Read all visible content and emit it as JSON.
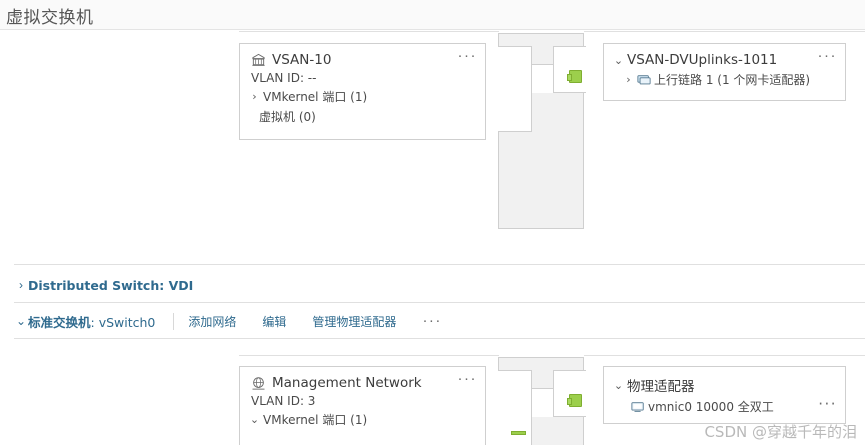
{
  "header": {
    "title": "虚拟交换机"
  },
  "colors": {
    "link_blue": "#2f6a8e",
    "port_green": "#9ccf4c",
    "card_border": "#cfcfcf",
    "connector_fill": "#f1f1f1",
    "header_bg": "#fafafa"
  },
  "sections": [
    {
      "id": "vsan-dswitch",
      "cards": {
        "portgroup": {
          "icon": "port-group-icon",
          "title": "VSAN-10",
          "vlan_label": "VLAN ID: --",
          "rows": [
            {
              "chevron": "›",
              "label": "VMkernel 端口 (1)"
            },
            {
              "chevron": "",
              "label": "虚拟机 (0)"
            }
          ],
          "menu": "···"
        },
        "uplink": {
          "chevron": "⌄",
          "title": "VSAN-DVUplinks-1011",
          "menu": "···",
          "rows": [
            {
              "chevron": "›",
              "icon": "uplink-adapter-icon",
              "label": "上行链路 1 (1 个网卡适配器)"
            }
          ]
        }
      }
    },
    {
      "id": "distributed-switch",
      "chevron": "›",
      "label": "Distributed Switch: VDI"
    },
    {
      "id": "standard-switch",
      "chevron": "⌄",
      "label_bold": "标准交换机",
      "label_thin": ": vSwitch0",
      "actions": [
        "添加网络",
        "编辑",
        "管理物理适配器"
      ],
      "menu": "···",
      "cards": {
        "portgroup": {
          "icon": "network-globe-icon",
          "title": "Management Network",
          "vlan_label": "VLAN ID: 3",
          "rows": [
            {
              "chevron": "⌄",
              "label": "VMkernel 端口 (1)"
            }
          ],
          "menu": "···"
        },
        "adapter": {
          "chevron": "⌄",
          "title": "物理适配器",
          "rows": [
            {
              "icon": "nic-adapter-icon",
              "label": "vmnic0 10000 全双工",
              "menu": "···"
            }
          ]
        }
      }
    }
  ],
  "watermark": "CSDN @穿越千年的泪"
}
